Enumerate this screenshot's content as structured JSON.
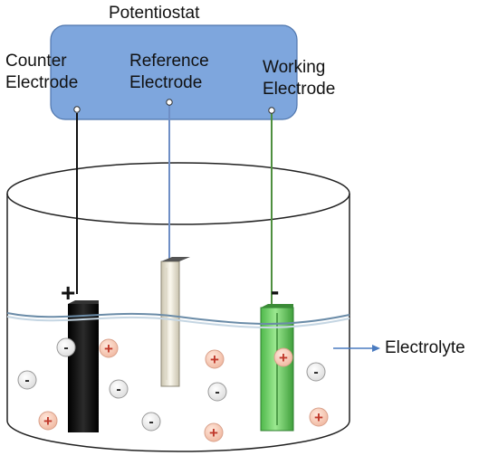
{
  "title": "Potentiostat",
  "electrodes": {
    "counter": {
      "line1": "Counter",
      "line2": "Electrode",
      "polarity": "+"
    },
    "reference": {
      "line1": "Reference",
      "line2": "Electrode"
    },
    "working": {
      "line1": "Working",
      "line2": "Electrode",
      "polarity": "-"
    }
  },
  "electrolyte_label": "Electrolyte",
  "ion_symbols": {
    "cation": "+",
    "anion": "-"
  },
  "colors": {
    "potentiostat_box": "#7ea6dd",
    "counter_electrode": "#111111",
    "reference_electrode": "#f1ecdd",
    "working_electrode": "#6fd06a",
    "reference_wire": "#6f8fc6",
    "working_wire": "#4f8f3f",
    "cation": "#f2c4b2",
    "anion": "#ffffff",
    "electrolyte_arrow": "#4a7bc0"
  }
}
